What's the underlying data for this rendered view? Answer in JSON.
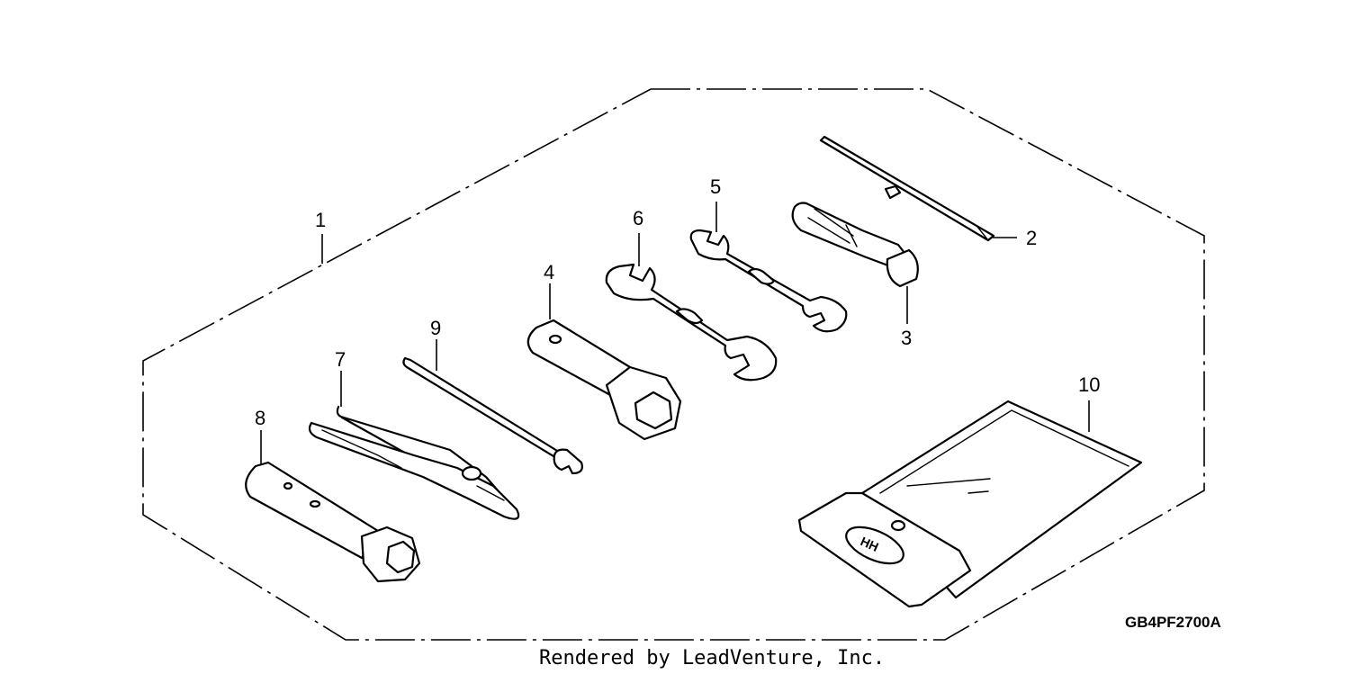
{
  "diagram": {
    "callouts": [
      {
        "id": "1",
        "part": "tool-set"
      },
      {
        "id": "2",
        "part": "screwdriver-blade"
      },
      {
        "id": "3",
        "part": "screwdriver-grip"
      },
      {
        "id": "4",
        "part": "box-spanner"
      },
      {
        "id": "5",
        "part": "open-end-wrench-small"
      },
      {
        "id": "6",
        "part": "open-end-wrench-large"
      },
      {
        "id": "7",
        "part": "pliers"
      },
      {
        "id": "8",
        "part": "plug-wrench"
      },
      {
        "id": "9",
        "part": "handle-bar"
      },
      {
        "id": "10",
        "part": "tool-bag"
      }
    ],
    "reference_code": "GB4PF2700A",
    "credit": "Rendered by LeadVenture, Inc."
  }
}
